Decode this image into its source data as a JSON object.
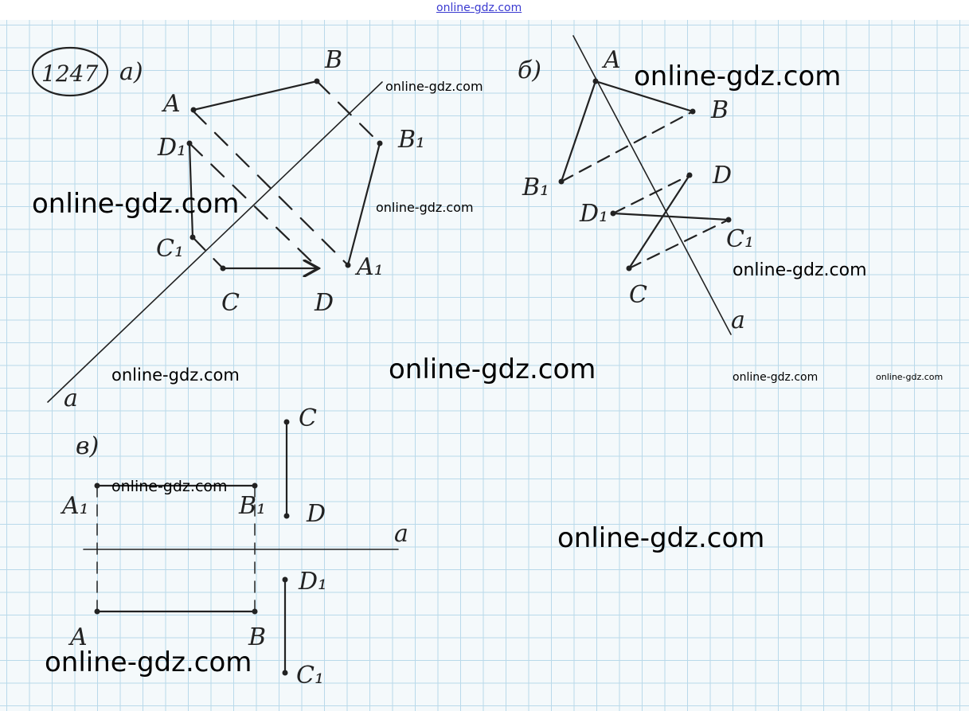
{
  "header_watermark": "online-gdz.com",
  "watermarks": [
    "online-gdz.com",
    "online-gdz.com",
    "online-gdz.com",
    "online-gdz.com",
    "online-gdz.com",
    "online-gdz.com",
    "online-gdz.com",
    "online-gdz.com",
    "online-gdz.com",
    "online-gdz.com",
    "online-gdz.com",
    "online-gdz.com"
  ],
  "problem_number": "1247",
  "parts": {
    "a": {
      "label": "а)",
      "points": {
        "A": "A",
        "B": "B",
        "B1": "B₁",
        "A1": "A₁",
        "D1": "D₁",
        "C1": "C₁",
        "C": "C",
        "D": "D"
      },
      "line": "a"
    },
    "b": {
      "label": "б)",
      "points": {
        "A": "A",
        "B": "B",
        "B1": "B₁",
        "D": "D",
        "D1": "D₁",
        "C1": "C₁",
        "C": "C"
      },
      "line": "a"
    },
    "v": {
      "label": "в)",
      "points": {
        "C": "C",
        "A1": "A₁",
        "B1": "B₁",
        "D": "D",
        "D1": "D₁",
        "A": "A",
        "B": "B",
        "C1": "C₁"
      },
      "line": "a"
    }
  }
}
